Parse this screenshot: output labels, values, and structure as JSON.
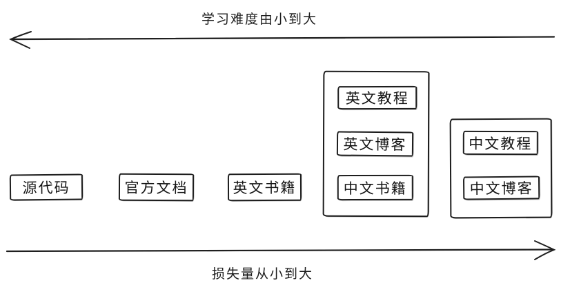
{
  "canvas": {
    "background": "#ffffff",
    "stroke_color": "#1d1d1d",
    "text_color": "#141414"
  },
  "axes": {
    "top": {
      "label": "学习难度由小到大",
      "direction": "left"
    },
    "bottom": {
      "label": "损失量从小到大",
      "direction": "right"
    }
  },
  "columns": [
    {
      "type": "single",
      "label": "源代码"
    },
    {
      "type": "single",
      "label": "官方文档"
    },
    {
      "type": "single",
      "label": "英文书籍"
    },
    {
      "type": "group",
      "items": [
        {
          "label": "英文教程"
        },
        {
          "label": "英文博客"
        },
        {
          "label": "中文书籍"
        }
      ]
    },
    {
      "type": "group",
      "items": [
        {
          "label": "中文教程"
        },
        {
          "label": "中文博客"
        }
      ]
    }
  ]
}
